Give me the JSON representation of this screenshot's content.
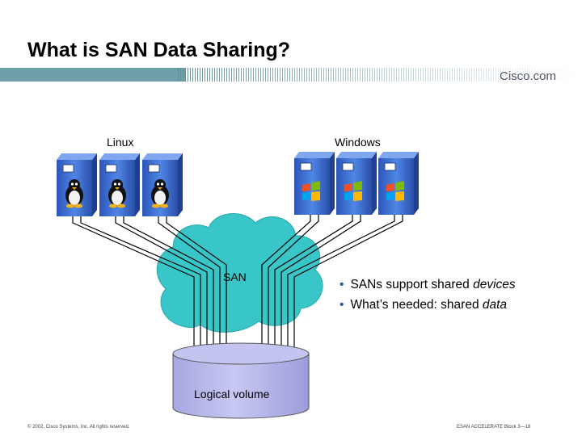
{
  "title": "What is SAN Data Sharing?",
  "logo": "Cisco.com",
  "diagram": {
    "linux_label": "Linux",
    "windows_label": "Windows",
    "san_label": "SAN",
    "volume_label": "Logical volume",
    "linux_server_count": 3,
    "windows_server_count": 3
  },
  "bullets": [
    {
      "prefix": "SANs support shared ",
      "emphasis": "devices"
    },
    {
      "prefix": "What’s needed: shared ",
      "emphasis": "data"
    }
  ],
  "footer": {
    "copyright": "© 2002, Cisco Systems, Inc. All rights reserved.",
    "slide_ref": "ESAN ACCELERATE Block 3—18"
  },
  "colors": {
    "band": "#6f9fa8",
    "cloud": "#39c6c8",
    "cylinder": "#b7b7ec",
    "server": "#3f6fd0",
    "bullet": "#1f5aa8"
  }
}
